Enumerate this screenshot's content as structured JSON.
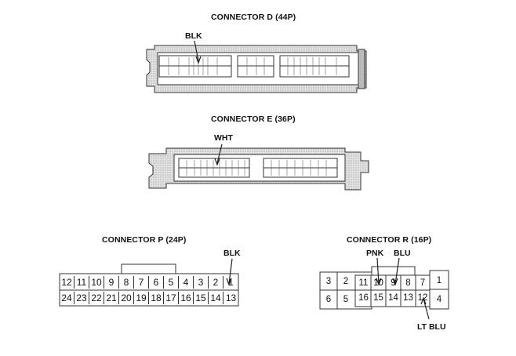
{
  "connector_d": {
    "title": "CONNECTOR D (44P)",
    "wire_color": "BLK"
  },
  "connector_e": {
    "title": "CONNECTOR E (36P)",
    "wire_color": "WHT"
  },
  "connector_p": {
    "title": "CONNECTOR P (24P)",
    "wire_color": "BLK",
    "top_row": [
      "12",
      "11",
      "10",
      "9",
      "8",
      "7",
      "6",
      "5",
      "4",
      "3",
      "2",
      "1"
    ],
    "bottom_row": [
      "24",
      "23",
      "22",
      "21",
      "20",
      "19",
      "18",
      "17",
      "16",
      "15",
      "14",
      "13"
    ]
  },
  "connector_r": {
    "title": "CONNECTOR R (16P)",
    "wire_labels": {
      "pnk": "PNK",
      "blu": "BLU",
      "lt_blu": "LT BLU"
    },
    "left_block": {
      "top": [
        "3",
        "2"
      ],
      "bottom": [
        "6",
        "5"
      ]
    },
    "mid_block": {
      "top": [
        "11",
        "10",
        "9",
        "8",
        "7"
      ],
      "bottom": [
        "16",
        "15",
        "14",
        "13",
        "12"
      ]
    },
    "right_block": {
      "top": "1",
      "bottom": "4"
    }
  },
  "colors": {
    "line": "#333333",
    "housing": "#d9d9d9",
    "housing_dark": "#8c8c8c"
  }
}
